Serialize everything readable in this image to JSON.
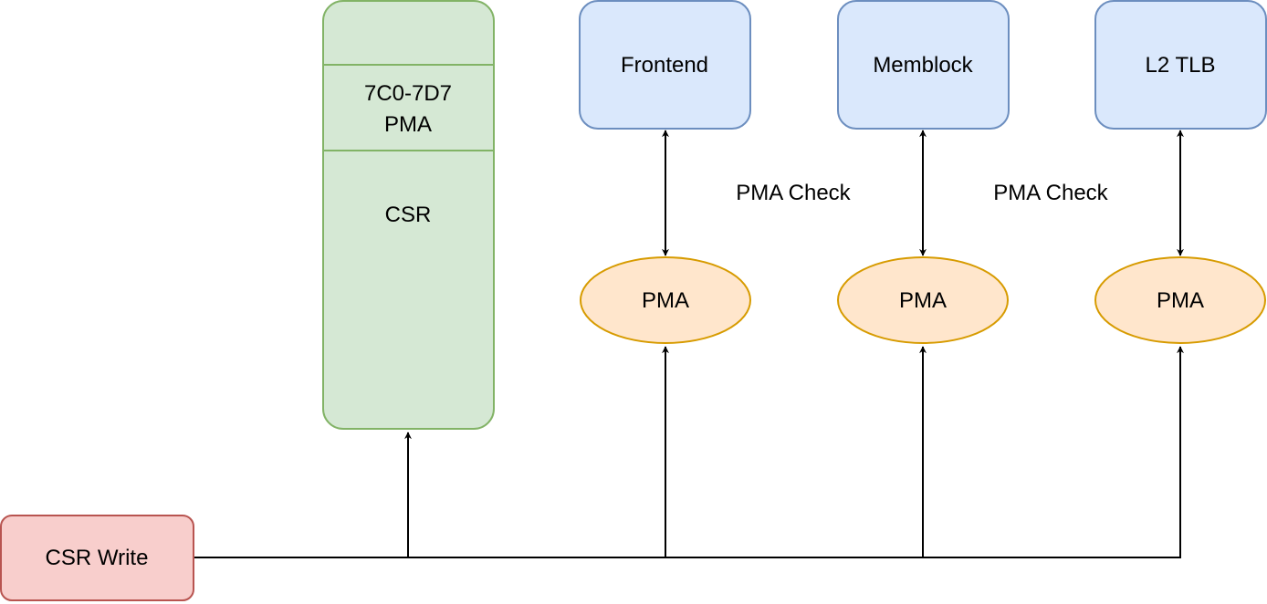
{
  "csr_block": {
    "section_top": "",
    "section_mid_line1": "7C0-7D7",
    "section_mid_line2": "PMA",
    "section_bottom": "CSR"
  },
  "modules": [
    {
      "label": "Frontend"
    },
    {
      "label": "Memblock"
    },
    {
      "label": "L2 TLB"
    }
  ],
  "pma_units": [
    {
      "label": "PMA"
    },
    {
      "label": "PMA"
    },
    {
      "label": "PMA"
    }
  ],
  "edge_labels": [
    {
      "text": "PMA Check"
    },
    {
      "text": "PMA Check"
    }
  ],
  "csr_write": {
    "label": "CSR Write"
  },
  "colors": {
    "csr_fill": "#d5e8d4",
    "csr_stroke": "#82b366",
    "module_fill": "#dae8fc",
    "module_stroke": "#6c8ebf",
    "pma_fill": "#ffe6cc",
    "pma_stroke": "#d79b00",
    "write_fill": "#f8cecc",
    "write_stroke": "#b85450",
    "line": "#000000"
  }
}
